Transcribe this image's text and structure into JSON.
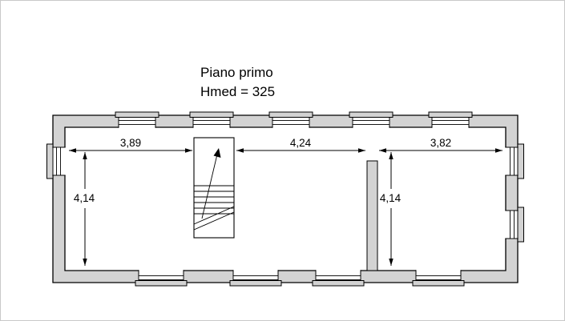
{
  "title": {
    "line1": "Piano primo",
    "line2": "Hmed = 325"
  },
  "dimensions": {
    "horizontal": [
      {
        "label": "3,89"
      },
      {
        "label": "4,24"
      },
      {
        "label": "3,82"
      }
    ],
    "vertical": [
      {
        "label": "4,14"
      },
      {
        "label": "4,14"
      }
    ]
  },
  "colors": {
    "background": "#ffffff",
    "wall_fill": "#d3d3d3",
    "line": "#000000"
  }
}
